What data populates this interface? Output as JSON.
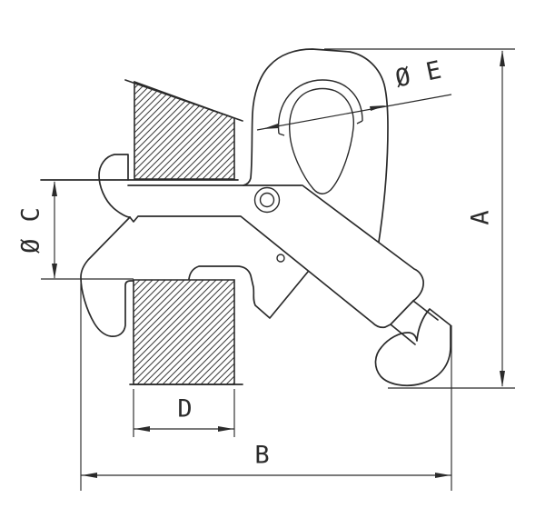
{
  "drawing": {
    "type": "technical-line-drawing",
    "subject": "vertical plate lifting clamp with lifting eye, pivot lever and swivel foot gripping two hatched plate sections",
    "background_color": "#ffffff",
    "line_color": "#2b2b2b",
    "labels": {
      "eye_diameter": "Ø E",
      "overall_height": "A",
      "jaw_opening": "Ø C",
      "plate_width": "D",
      "overall_width": "B"
    }
  }
}
